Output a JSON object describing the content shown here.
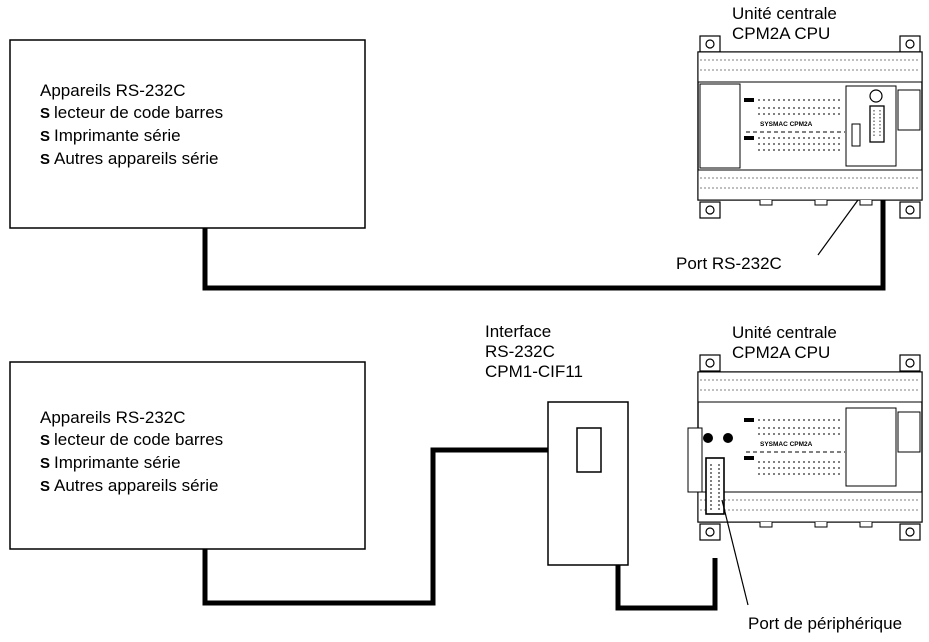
{
  "top": {
    "device_box": {
      "title": "Appareils RS-232C",
      "bullet_symbol": "S",
      "items": [
        "lecteur de code barres",
        "Imprimante série",
        "Autres appareils série"
      ]
    },
    "cpu_label_line1": "Unité centrale",
    "cpu_label_line2": "CPM2A CPU",
    "port_label": "Port RS-232C",
    "plc_brand": "SYSMAC CPM2A"
  },
  "bottom": {
    "device_box": {
      "title": "Appareils RS-232C",
      "bullet_symbol": "S",
      "items": [
        "lecteur de code barres",
        "Imprimante série",
        "Autres appareils série"
      ]
    },
    "interface_label_line1": "Interface",
    "interface_label_line2": "RS-232C",
    "interface_label_line3": "CPM1-CIF11",
    "cpu_label_line1": "Unité centrale",
    "cpu_label_line2": "CPM2A CPU",
    "port_label": "Port de périphérique",
    "plc_brand": "SYSMAC CPM2A"
  }
}
